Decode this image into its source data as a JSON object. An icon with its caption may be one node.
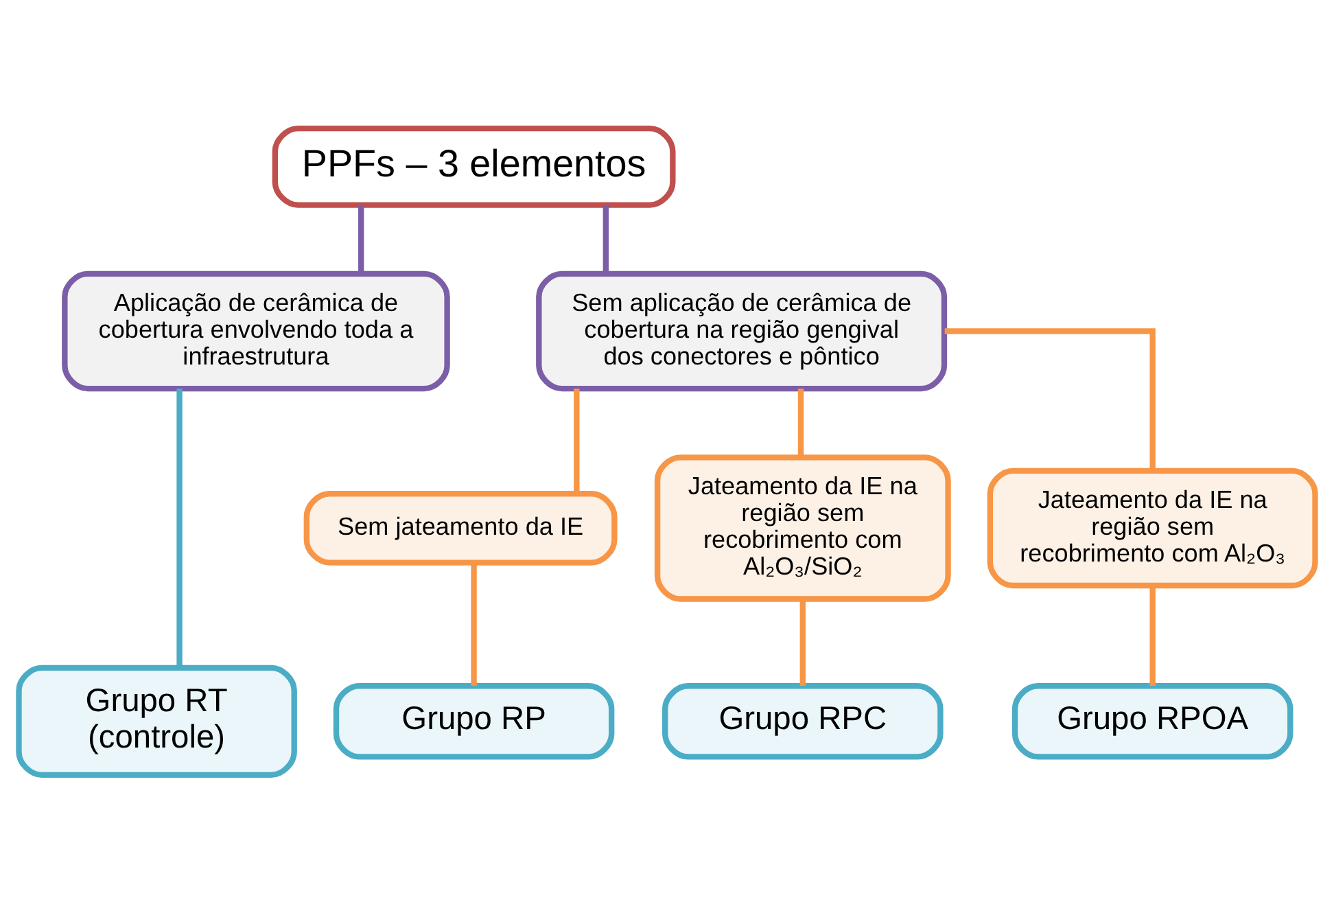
{
  "diagram": {
    "nodes": [
      {
        "text": [
          "PPFs – 3 elementos"
        ]
      },
      {
        "text": [
          "Aplicação de cerâmica de cobertura envolvendo toda a infraestrutura"
        ]
      },
      {
        "text": [
          "Sem aplicação de cerâmica de cobertura na região gengival dos conectores e pôntico"
        ]
      },
      {
        "text": [
          "Sem jateamento da IE"
        ]
      },
      {
        "text": [
          "Jateamento da IE na região sem recobrimento com Al₂O₃/SiO₂"
        ]
      },
      {
        "text": [
          "Jateamento da IE na região sem recobrimento com Al₂O₃"
        ]
      },
      {
        "text": [
          "Grupo RT (controle)"
        ]
      },
      {
        "text": [
          "Grupo RP"
        ]
      },
      {
        "text": [
          "Grupo RPC"
        ]
      },
      {
        "text": [
          "Grupo RPOA"
        ]
      }
    ],
    "edges": [
      {
        "from": 0,
        "to": 1,
        "arrow": "none",
        "color": "#7b5ea7"
      },
      {
        "from": 0,
        "to": 2,
        "arrow": "none",
        "color": "#7b5ea7"
      },
      {
        "from": 2,
        "to": 3,
        "arrow": "none",
        "color": "#f79646"
      },
      {
        "from": 2,
        "to": 4,
        "arrow": "none",
        "color": "#f79646"
      },
      {
        "from": 2,
        "to": 5,
        "arrow": "none",
        "color": "#f79646"
      },
      {
        "from": 1,
        "to": 6,
        "arrow": "none",
        "color": "#4bacc6"
      },
      {
        "from": 3,
        "to": 7,
        "arrow": "none",
        "color": "#f79646"
      },
      {
        "from": 4,
        "to": 8,
        "arrow": "none",
        "color": "#f79646"
      },
      {
        "from": 5,
        "to": 9,
        "arrow": "none",
        "color": "#f79646"
      }
    ]
  }
}
